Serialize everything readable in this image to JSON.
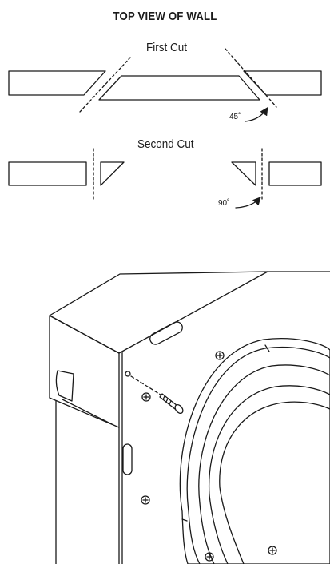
{
  "diagram": {
    "title": "TOP VIEW OF WALL",
    "cut1_label": "First Cut",
    "cut1_angle": "45˚",
    "cut2_label": "Second Cut",
    "cut2_angle": "90˚"
  }
}
